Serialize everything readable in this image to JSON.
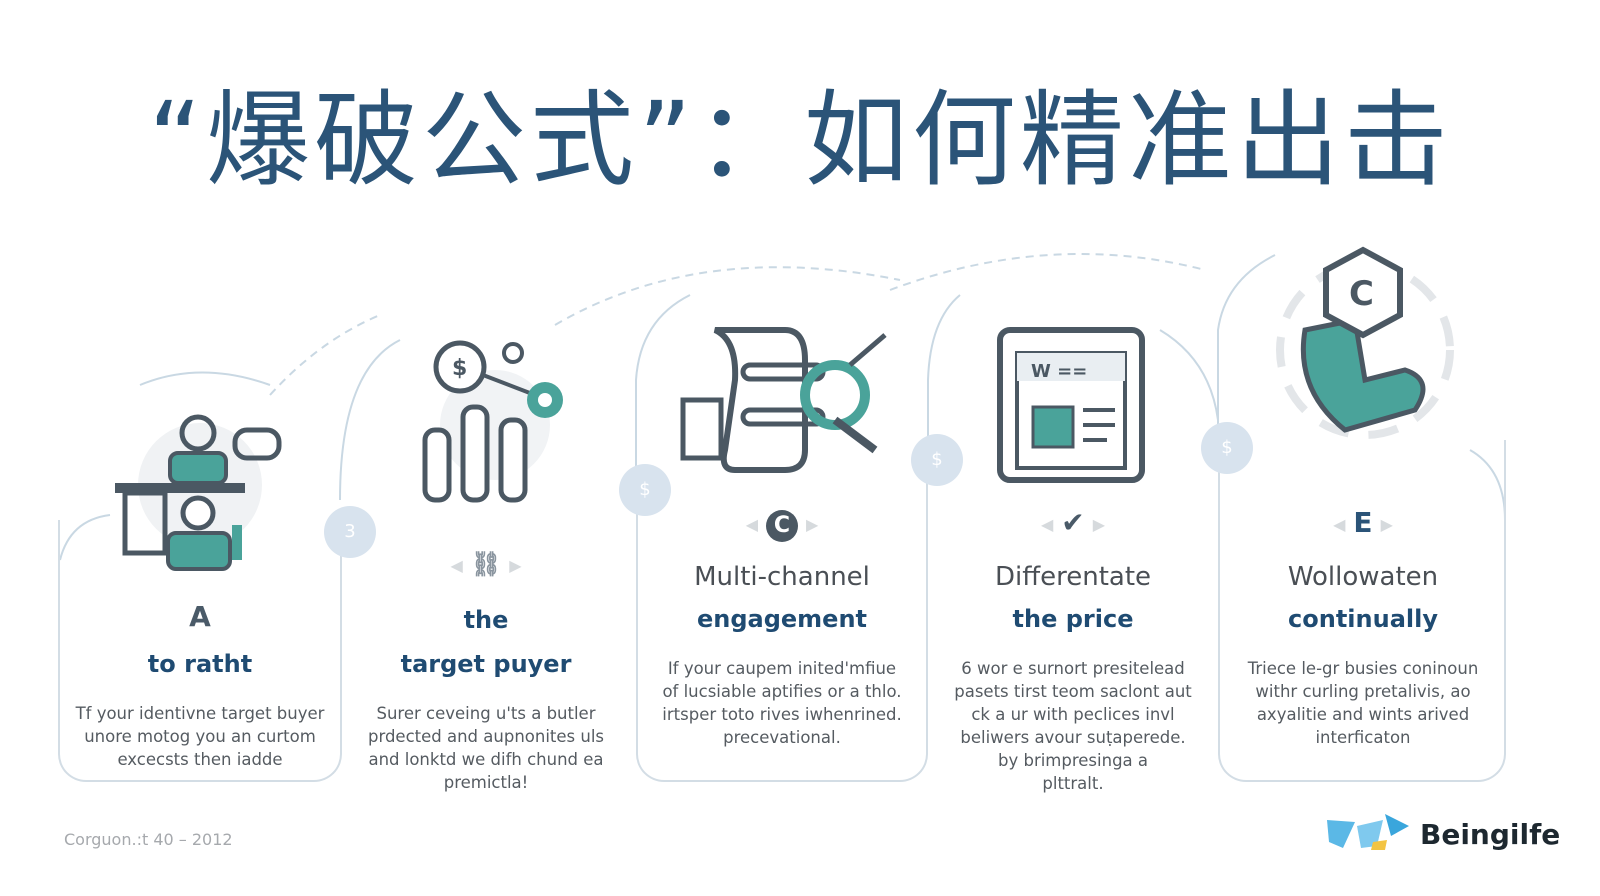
{
  "title": "“爆破公式”：如何精准出击",
  "steps": [
    {
      "letter": "A",
      "heading": "",
      "subheading": "to ratht",
      "body": [
        "Tf your identivne target buyer",
        "unore motog you an curtom",
        "excecsts then iadde"
      ],
      "badge": "3",
      "icon": "people-at-desk-icon"
    },
    {
      "letter": "",
      "heading": "the",
      "subheading": "target puyer",
      "body": [
        "Surer ceveing u'ts a butler",
        "prdected and aupnonites uls",
        "and lonktd we difh chund ea",
        "premictla!"
      ],
      "badge": "$",
      "icon": "dollar-chart-gear-icon"
    },
    {
      "letter": "C",
      "heading": "Multi-channel",
      "subheading": "engagement",
      "body": [
        "If your caupem inited'mfiue",
        "of lucsiable aptifies or a thlo.",
        "irtsper toto rives iwhenrined.",
        "precevational."
      ],
      "badge": "$",
      "icon": "megaphone-channel-icon"
    },
    {
      "letter": "✔",
      "heading": "Differentate",
      "subheading": "the price",
      "body": [
        "6 wor e surnort presitelead",
        "pasets tirst teom saclont aut",
        "ck a ur with peclices invl",
        "beliwers avour suṭaperede.",
        "by brimpresinga a",
        "plttralt."
      ],
      "badge": "$",
      "icon": "price-document-icon"
    },
    {
      "letter": "E",
      "heading": "Wollowaten",
      "subheading": "continually",
      "body": [
        "Triece le-gr busies coninoun",
        "withr curling pretalivis, ao",
        "axyalitie and wints arived",
        "interficaton"
      ],
      "icon": "hand-hexagon-icon"
    }
  ],
  "footer": "Corguon.:t  40 – 2012",
  "brand": "Beingilfe",
  "colors": {
    "title": "#2b5478",
    "accent": "#4aa39a",
    "badge": "#d8e3ee"
  }
}
